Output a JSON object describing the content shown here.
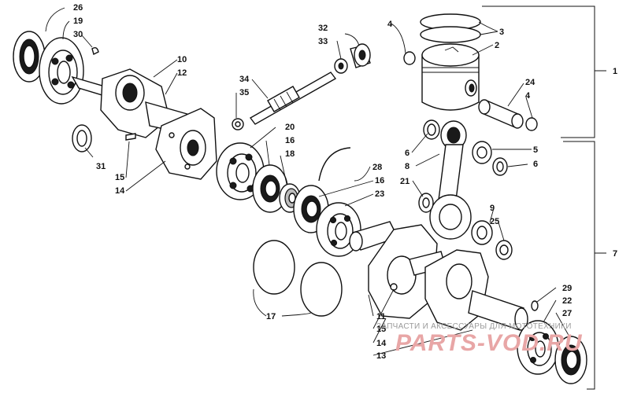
{
  "labels": {
    "n1": "1",
    "n2": "2",
    "n3": "3",
    "n4a": "4",
    "n4b": "4",
    "n5": "5",
    "n6a": "6",
    "n6b": "6",
    "n7": "7",
    "n8": "8",
    "n9": "9",
    "n10": "10",
    "n11": "11",
    "n12": "12",
    "n13": "13",
    "n14a": "14",
    "n14b": "14",
    "n15a": "15",
    "n15b": "15",
    "n16a": "16",
    "n16b": "16",
    "n17": "17",
    "n18": "18",
    "n19": "19",
    "n20": "20",
    "n21": "21",
    "n22": "22",
    "n23": "23",
    "n24": "24",
    "n25": "25",
    "n26": "26",
    "n27": "27",
    "n28": "28",
    "n29": "29",
    "n30": "30",
    "n31": "31",
    "n32": "32",
    "n33": "33",
    "n34": "34",
    "n35": "35"
  },
  "watermark": {
    "caption": "ЗАПЧАСТИ И АКСЕССУАРЫ ДЛЯ МОТОТЕХНИКИ",
    "brand": "PARTS-VOD.RU"
  }
}
